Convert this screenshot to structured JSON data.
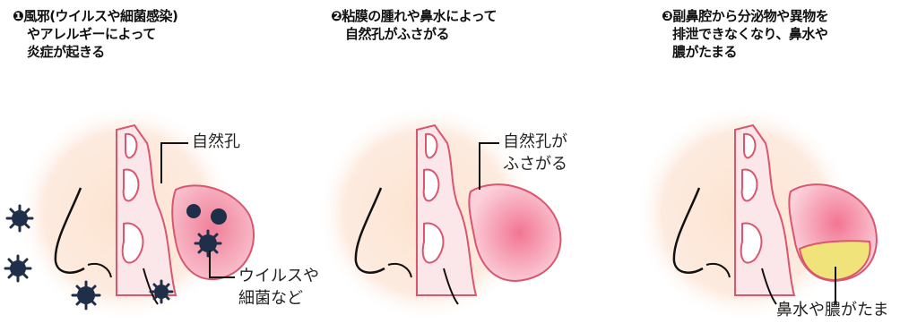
{
  "panels": [
    {
      "title_lines": [
        "❶風邪(ウイルスや細菌感染)",
        "やアレルギーによって",
        "炎症が起きる"
      ],
      "callouts": [
        "自然孔",
        "ウイルスや",
        "細菌など"
      ]
    },
    {
      "title_lines": [
        "❷粘膜の腫れや鼻水によって",
        "自然孔がふさがる"
      ],
      "callouts": [
        "自然孔が",
        "ふさがる"
      ]
    },
    {
      "title_lines": [
        "❸副鼻腔から分泌物や異物を",
        "排泄できなくなり、鼻水や",
        "膿がたまる"
      ],
      "callouts": [
        "鼻水や膿がたま"
      ]
    }
  ],
  "colors": {
    "glow": "#fde3cf",
    "nose_fill": "#fbe7ea",
    "outline": "#d9566f",
    "sinus_pink": "#f39aae",
    "pus_yellow": "#efe37a",
    "virus": "#1f2f4a",
    "line": "#111111"
  }
}
